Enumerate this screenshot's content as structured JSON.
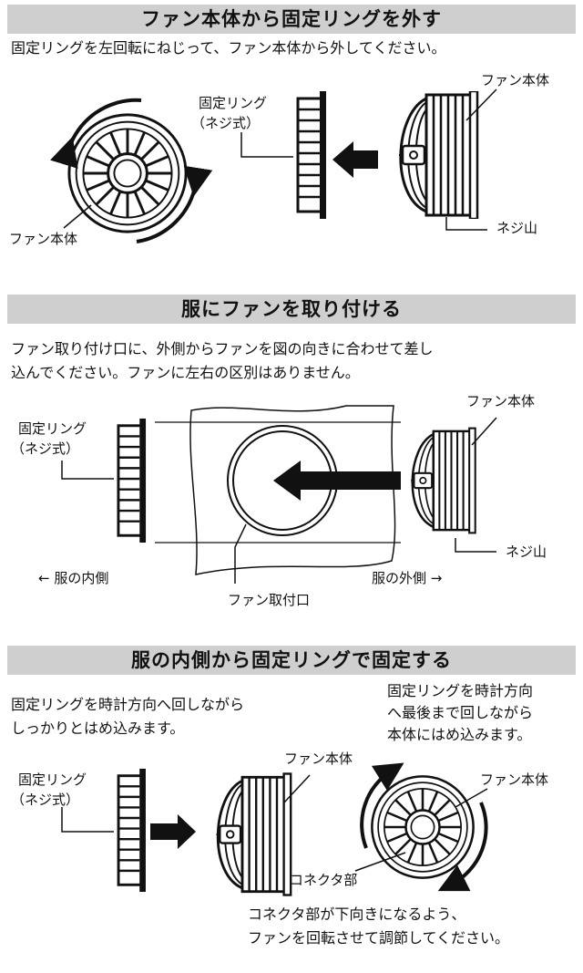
{
  "section1": {
    "title": "ファン本体から固定リングを外す",
    "instruction": "固定リングを左回転にねじって、ファン本体から外してください。",
    "label_ring_1": "固定リング",
    "label_ring_2": "（ネジ式）",
    "label_fan_body_side": "ファン本体",
    "label_thread": "ネジ山",
    "label_fan_body_front": "ファン本体"
  },
  "section2": {
    "title": "服にファンを取り付ける",
    "instruction_line1": "ファン取り付け口に、外側からファンを図の向きに合わせて差し",
    "instruction_line2": "込んでください。ファンに左右の区別はありません。",
    "label_ring_1": "固定リング",
    "label_ring_2": "（ネジ式）",
    "label_fan_body": "ファン本体",
    "label_thread": "ネジ山",
    "label_inside": "← 服の内側",
    "label_outside": "服の外側 →",
    "label_mount": "ファン取付口"
  },
  "section3": {
    "title": "服の内側から固定リングで固定する",
    "instruction_left_line1": "固定リングを時計方向へ回しながら",
    "instruction_left_line2": "しっかりとはめ込みます。",
    "instruction_right_line1": "固定リングを時計方向",
    "instruction_right_line2": "へ最後まで回しながら",
    "instruction_right_line3": "本体にはめ込みます。",
    "label_ring_1": "固定リング",
    "label_ring_2": "（ネジ式）",
    "label_fan_body_side": "ファン本体",
    "label_fan_body_front": "ファン本体",
    "label_connector": "コネクタ部",
    "note_line1": "コネクタ部が下向きになるよう、",
    "note_line2": "ファンを回転させて調節してください。"
  },
  "colors": {
    "header_bg": "#cfcfcf",
    "ink": "#111111"
  }
}
